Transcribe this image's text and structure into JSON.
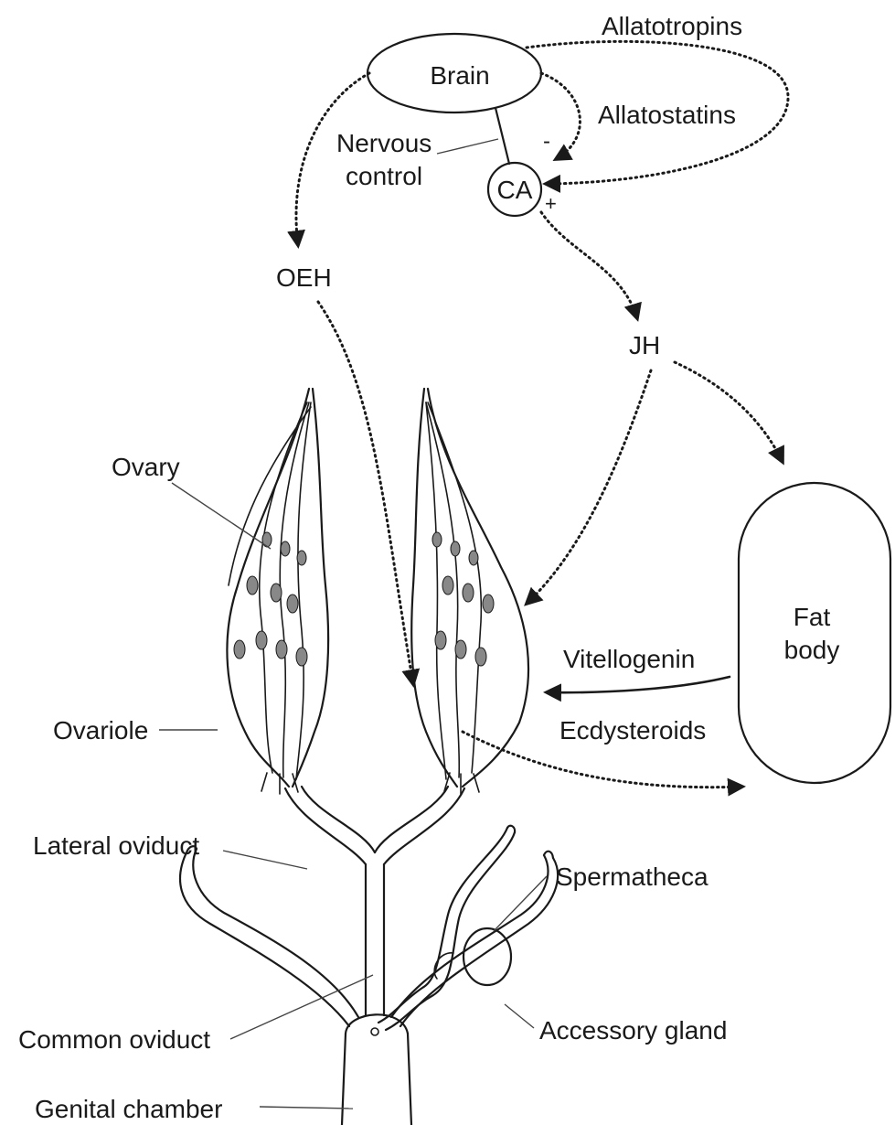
{
  "labels": {
    "brain": "Brain",
    "ca": "CA",
    "allatotropins": "Allatotropins",
    "allatostatins": "Allatostatins",
    "minus": "-",
    "plus": "+",
    "nervous_line1": "Nervous",
    "nervous_line2": "control",
    "oeh": "OEH",
    "jh": "JH",
    "ovary": "Ovary",
    "fat_line1": "Fat",
    "fat_line2": "body",
    "vitellogenin": "Vitellogenin",
    "ovariole": "Ovariole",
    "ecdysteroids": "Ecdysteroids",
    "lateral_oviduct": "Lateral oviduct",
    "spermatheca": "Spermatheca",
    "common_oviduct": "Common oviduct",
    "accessory_gland": "Accessory gland",
    "genital_chamber": "Genital chamber"
  }
}
